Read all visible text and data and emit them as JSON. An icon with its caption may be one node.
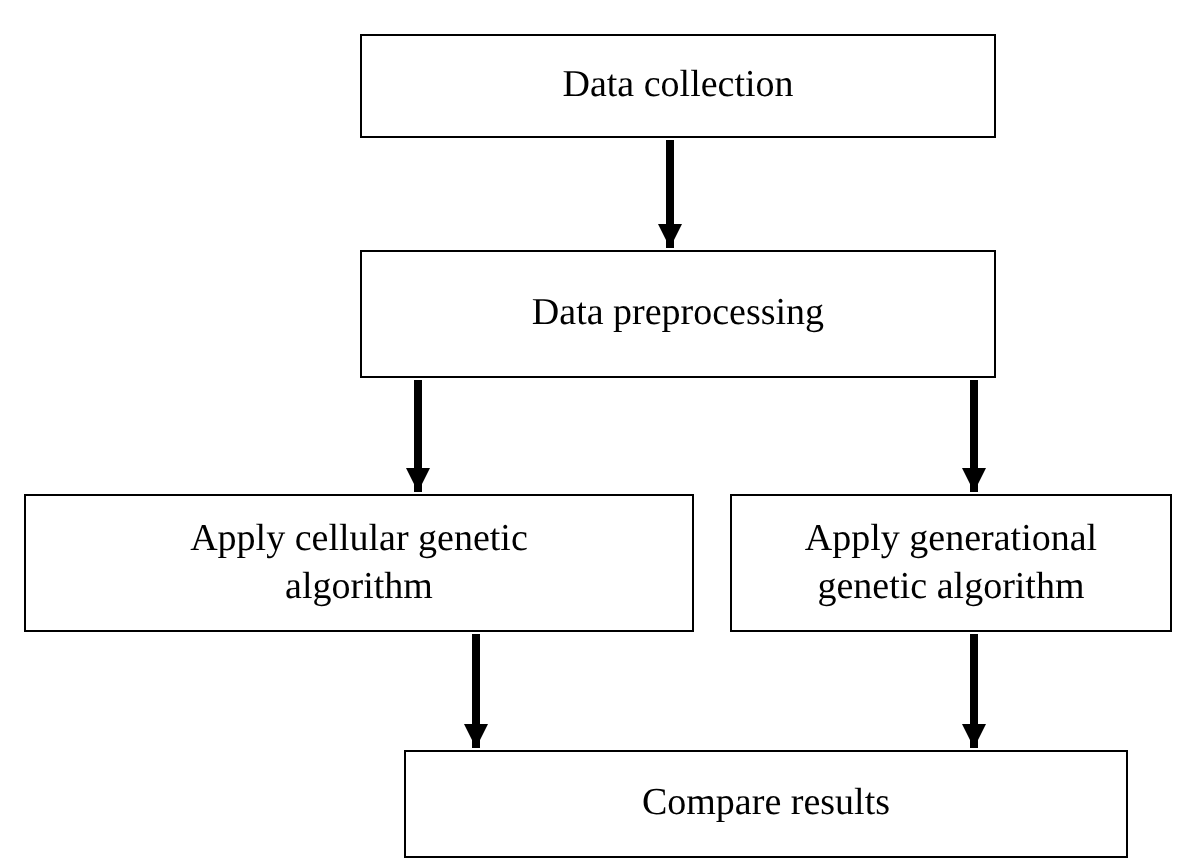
{
  "diagram": {
    "nodes": [
      {
        "text": [
          "Data collection"
        ]
      },
      {
        "text": [
          "Data preprocessing"
        ]
      },
      {
        "text": [
          "Apply cellular genetic algorithm"
        ]
      },
      {
        "text": [
          "Apply generational genetic algorithm"
        ]
      },
      {
        "text": [
          "Compare results"
        ]
      }
    ],
    "edges": [
      {
        "from": 0,
        "to": 1,
        "arrow": "to"
      },
      {
        "from": 1,
        "to": 2,
        "arrow": "to"
      },
      {
        "from": 1,
        "to": 3,
        "arrow": "to"
      },
      {
        "from": 2,
        "to": 4,
        "arrow": "to"
      },
      {
        "from": 3,
        "to": 4,
        "arrow": "to"
      }
    ]
  }
}
